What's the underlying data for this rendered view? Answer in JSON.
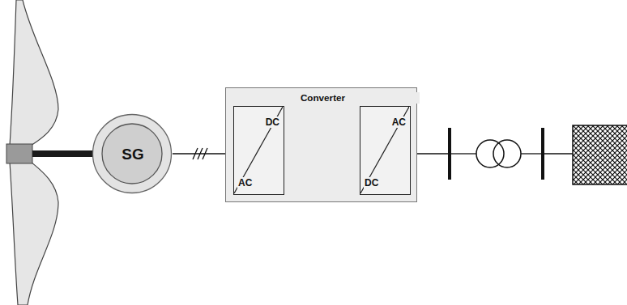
{
  "diagram": {
    "nodes": [
      {
        "text": [
          "SG"
        ]
      },
      {
        "text": [
          "Converter"
        ]
      },
      {
        "text": [
          "DC",
          "AC"
        ],
        "in": 1
      },
      {
        "text": [
          "AC",
          "DC"
        ],
        "in": 1
      }
    ],
    "edges": [
      {
        "from": 0,
        "to": 1,
        "arrow": "none"
      },
      {
        "from": 2,
        "to": 3,
        "arrow": "none"
      },
      {
        "from": 2,
        "to": 3,
        "arrow": "none"
      }
    ]
  }
}
